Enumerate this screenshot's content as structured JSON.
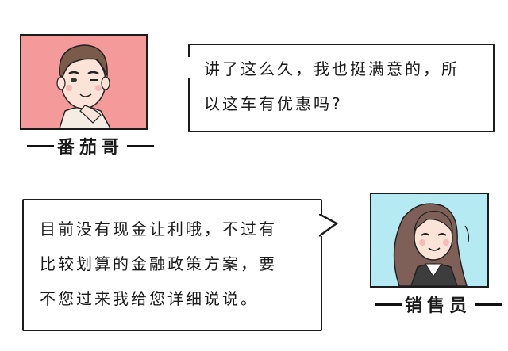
{
  "panel_top": {
    "character_name": "番茄哥",
    "frame_color": "#f59a9a",
    "speech": [
      "讲了这么久，我也挺满意的，所",
      "以这车有优惠吗?"
    ]
  },
  "panel_bottom": {
    "character_name": "销售员",
    "frame_color": "#b6eaf2",
    "speech": [
      "目前没有现金让利哦，不过有",
      "比较划算的金融政策方案，要",
      "不您过来我给您详细说说。"
    ]
  }
}
